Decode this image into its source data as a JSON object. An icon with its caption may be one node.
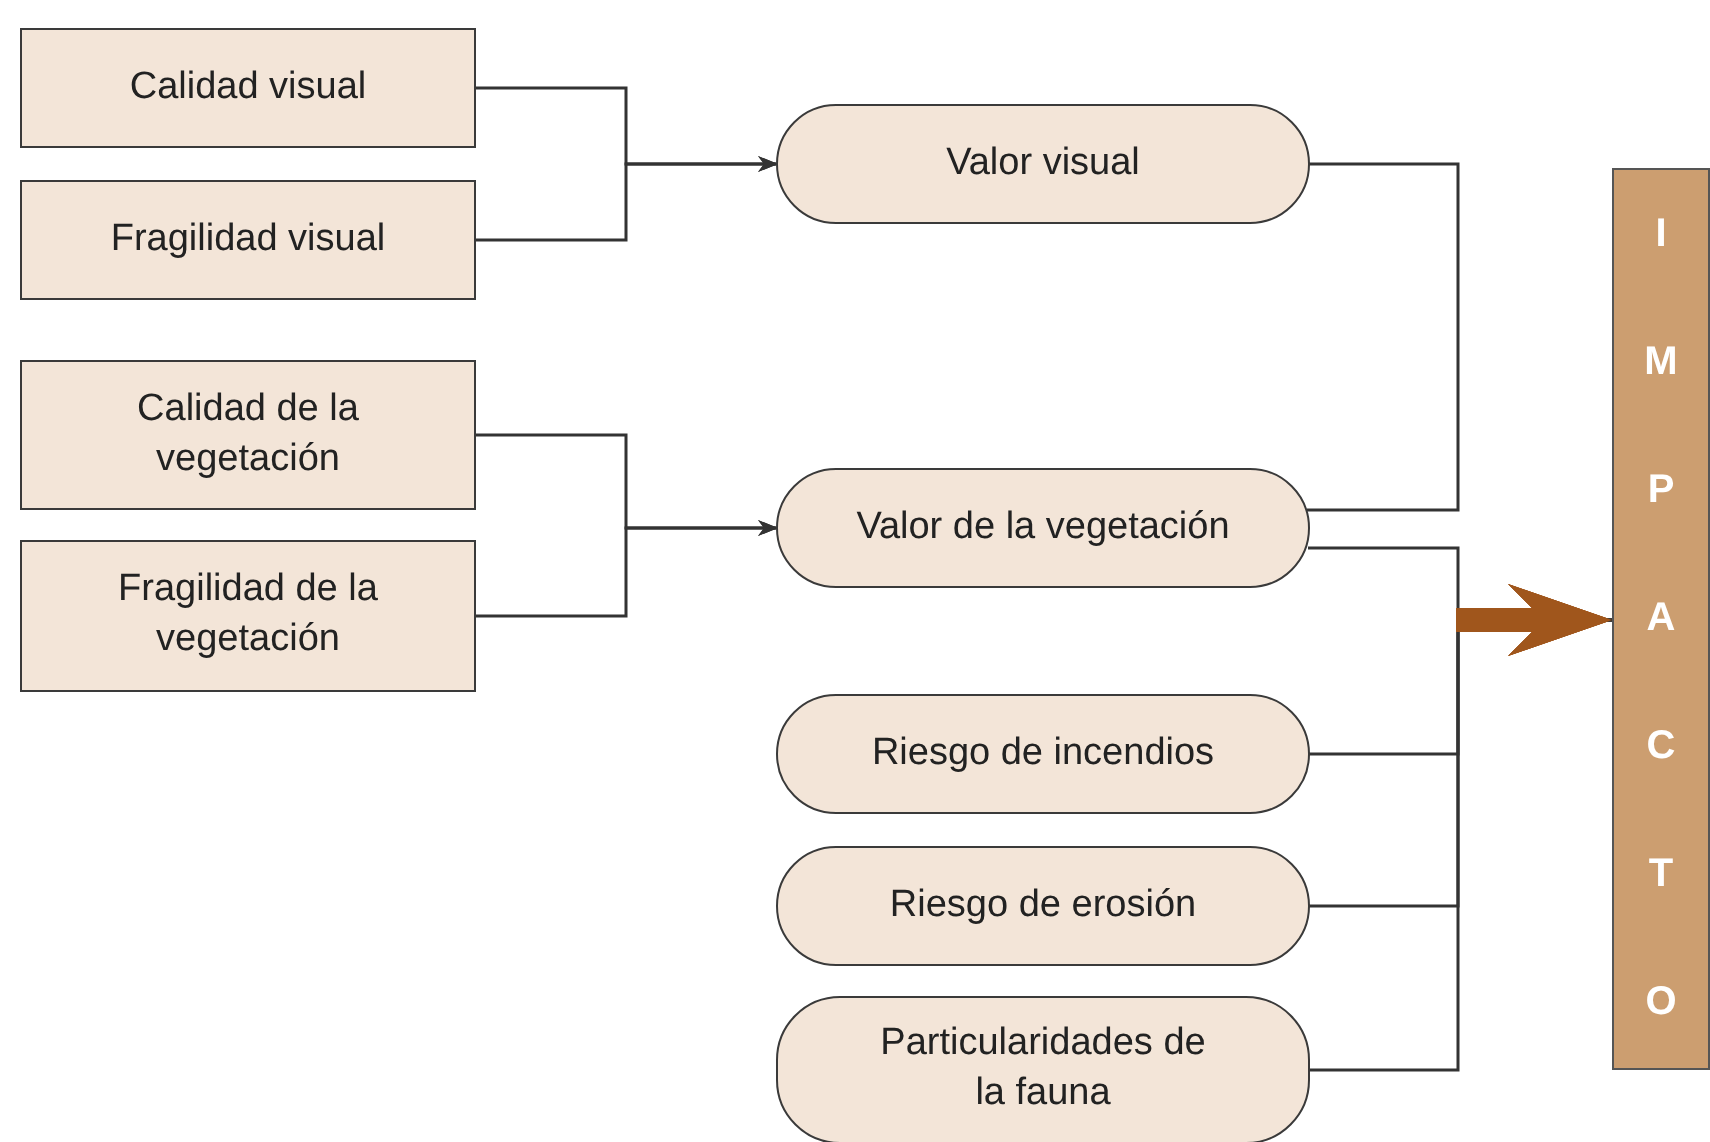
{
  "diagram": {
    "nodes": [
      {
        "text": [
          "Calidad visual"
        ]
      },
      {
        "text": [
          "Fragilidad visual"
        ]
      },
      {
        "text": [
          "Calidad de la vegetación"
        ]
      },
      {
        "text": [
          "Fragilidad de la vegetación"
        ]
      },
      {
        "text": [
          "Valor visual"
        ]
      },
      {
        "text": [
          "Valor de la vegetación"
        ]
      },
      {
        "text": [
          "Riesgo de incendios"
        ]
      },
      {
        "text": [
          "Riesgo de erosión"
        ]
      },
      {
        "text": [
          "Particularidades de la fauna"
        ]
      },
      {
        "text": [
          "IMPACTO"
        ]
      }
    ],
    "edges": [
      {
        "from": 0,
        "to": 4,
        "arrow": "to"
      },
      {
        "from": 1,
        "to": 4,
        "arrow": "to"
      },
      {
        "from": 2,
        "to": 5,
        "arrow": "to"
      },
      {
        "from": 3,
        "to": 5,
        "arrow": "to"
      },
      {
        "from": 4,
        "to": 5,
        "arrow": "none"
      },
      {
        "from": 5,
        "to": 9,
        "arrow": "to"
      },
      {
        "from": 6,
        "to": 9,
        "arrow": "to"
      },
      {
        "from": 7,
        "to": 9,
        "arrow": "to"
      },
      {
        "from": 8,
        "to": 9,
        "arrow": "to"
      }
    ]
  }
}
